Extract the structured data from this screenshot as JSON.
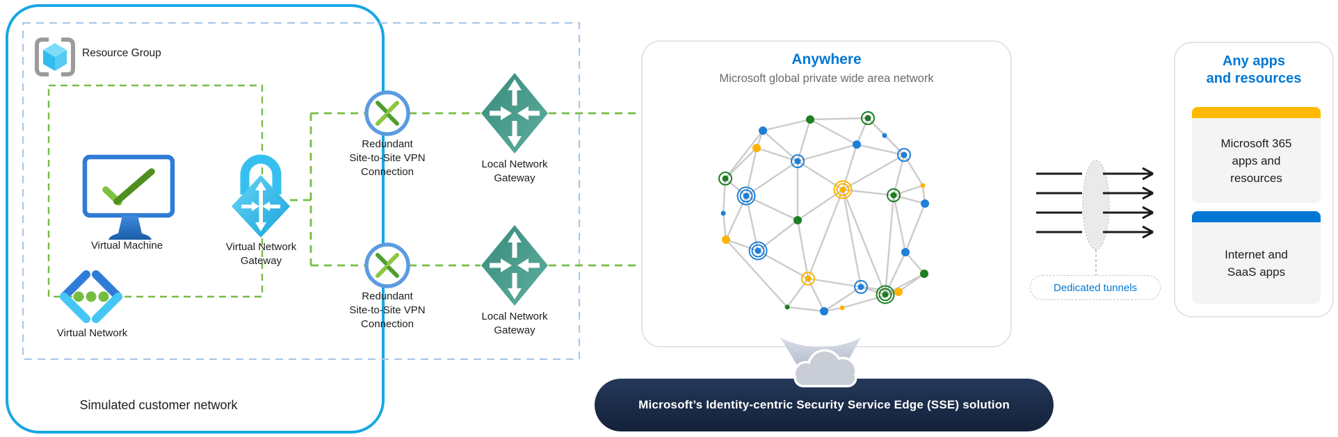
{
  "customer": {
    "title": "Simulated customer network",
    "resource_group": "Resource Group",
    "vm": "Virtual Machine",
    "vnet": "Virtual Network",
    "vng": [
      "Virtual Network",
      "Gateway"
    ],
    "vpn": [
      "Redundant",
      "Site-to-Site VPN",
      "Connection"
    ],
    "lng": [
      "Local Network",
      "Gateway"
    ]
  },
  "anywhere": {
    "title": "Anywhere",
    "subtitle": "Microsoft global private wide area network"
  },
  "banner": {
    "label": "Microsoft’s Identity-centric Security Service Edge (SSE) solution"
  },
  "tunnels": {
    "label": "Dedicated tunnels"
  },
  "apps": {
    "title": [
      "Any apps",
      "and resources"
    ],
    "cards": [
      {
        "accent": "#FFB900",
        "lines": [
          "Microsoft 365",
          "apps and",
          "resources"
        ]
      },
      {
        "accent": "#0078D4",
        "lines": [
          "Internet and",
          "SaaS apps"
        ]
      }
    ]
  },
  "colors": {
    "customer_border": "#18A7E3",
    "resource_group_dash": "#A9C7E8",
    "vnet_dash": "#76BC43",
    "azure_blue": "#0078D4",
    "subtitle_gray": "#6B6B6B",
    "banner_navy": "#1B2B47",
    "gateway_teal": "#3F9183",
    "vpn_circle_blue": "#5B9BE0",
    "node_blue": "#1E7FD8",
    "node_green": "#1E7E22",
    "node_yellow": "#FFB300",
    "m365_accent": "#FFB900",
    "internet_accent": "#0078D4"
  }
}
